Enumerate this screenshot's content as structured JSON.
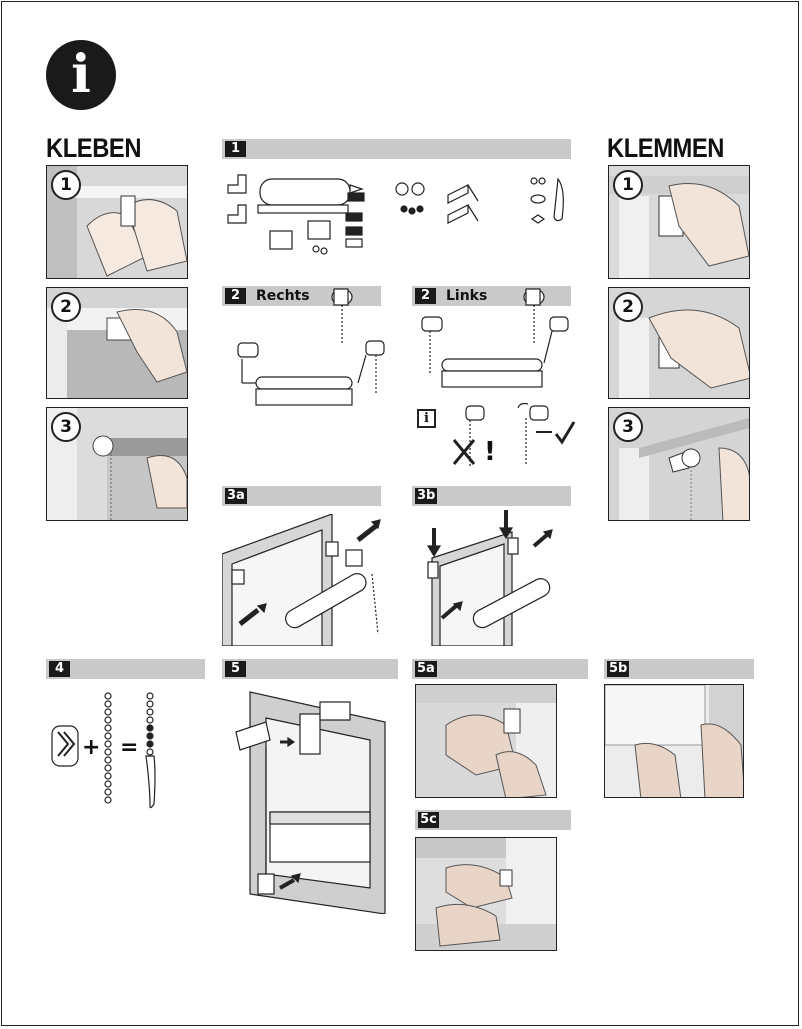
{
  "header": {
    "info_glyph": "i"
  },
  "kleben": {
    "title": "KLEBEN",
    "steps": [
      {
        "num": "1"
      },
      {
        "num": "2"
      },
      {
        "num": "3"
      }
    ]
  },
  "klemmen": {
    "title": "KLEMMEN",
    "steps": [
      {
        "num": "1"
      },
      {
        "num": "2"
      },
      {
        "num": "3"
      }
    ]
  },
  "steps": {
    "s1": {
      "badge": "1"
    },
    "s2_right": {
      "badge": "2",
      "label": "Rechts"
    },
    "s2_left": {
      "badge": "2",
      "label": "Links"
    },
    "s3a": {
      "badge": "3a"
    },
    "s3b": {
      "badge": "3b"
    },
    "s4": {
      "badge": "4"
    },
    "s5": {
      "badge": "5"
    },
    "s5a": {
      "badge": "5a"
    },
    "s5b": {
      "badge": "5b"
    },
    "s5c": {
      "badge": "5c"
    }
  },
  "notes": {
    "info_glyph": "i",
    "wrong_mark": "!",
    "plus": "+",
    "equals": "="
  },
  "colors": {
    "bar": "#c9c9c9",
    "badge": "#1a1a1a",
    "frame": "#222222"
  }
}
